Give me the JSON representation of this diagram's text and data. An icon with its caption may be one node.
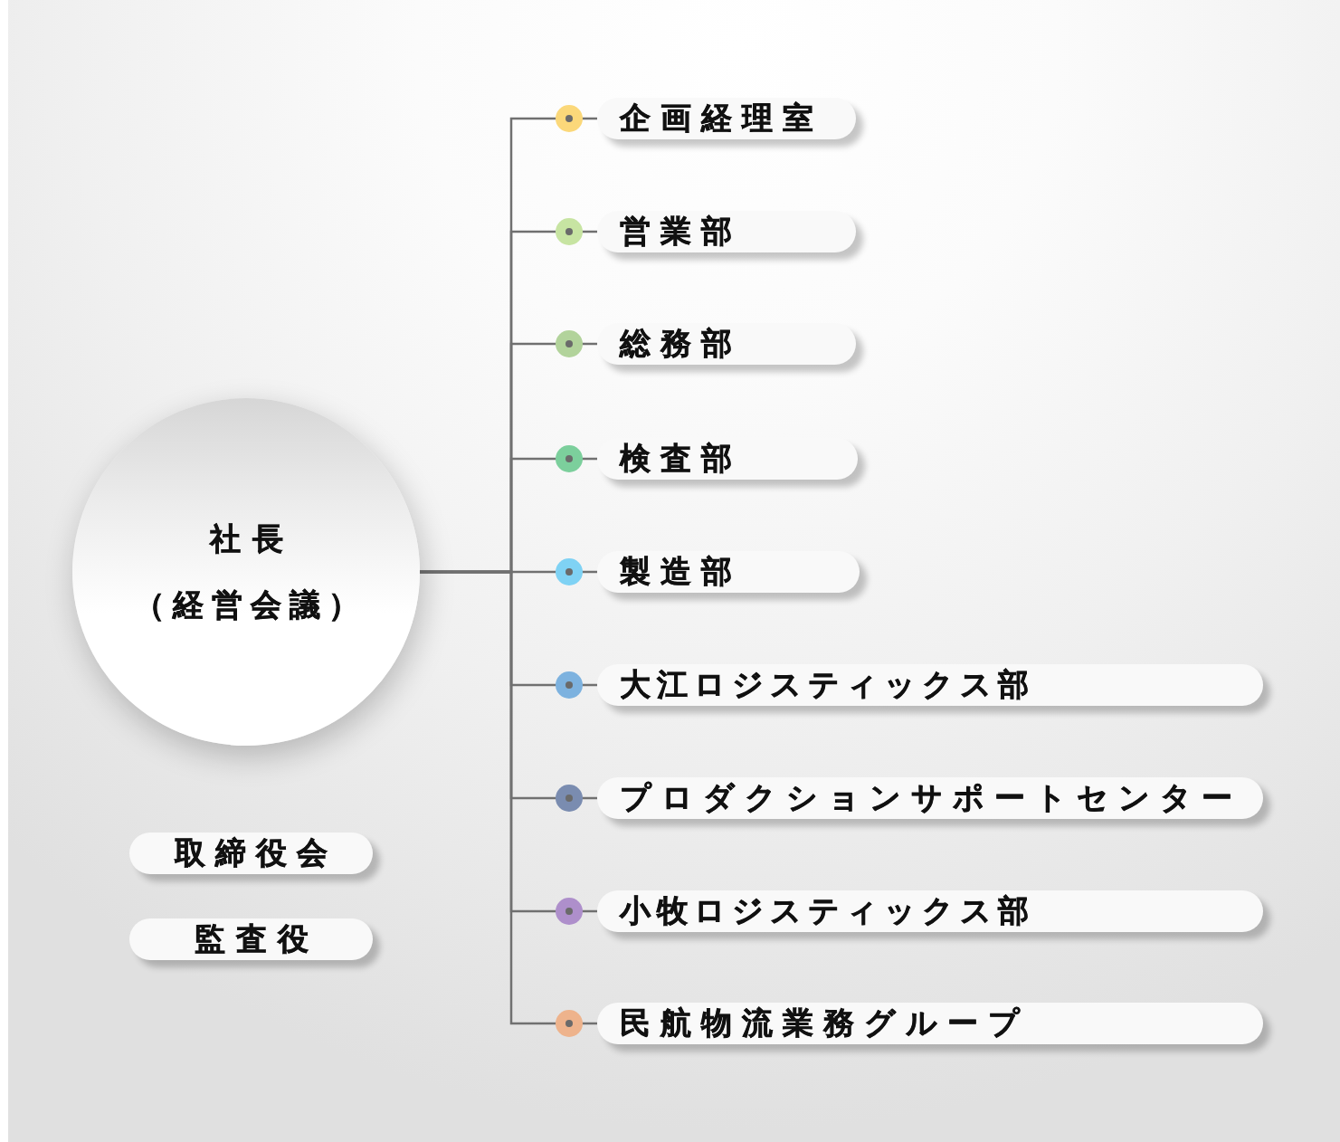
{
  "diagram": {
    "nodes": [
      {
        "text": [
          "社長",
          "（経営会議）"
        ]
      },
      {
        "text": [
          "企画経理室"
        ]
      },
      {
        "text": [
          "営業部"
        ]
      },
      {
        "text": [
          "総務部"
        ]
      },
      {
        "text": [
          "検査部"
        ]
      },
      {
        "text": [
          "製造部"
        ]
      },
      {
        "text": [
          "大江ロジスティックス部"
        ]
      },
      {
        "text": [
          "プロダクションサポートセンター"
        ]
      },
      {
        "text": [
          "小牧ロジスティックス部"
        ]
      },
      {
        "text": [
          "民航物流業務グループ"
        ]
      },
      {
        "text": [
          "取締役会"
        ]
      },
      {
        "text": [
          "監査役"
        ]
      }
    ],
    "edges": [
      {
        "from": 0,
        "to": 1,
        "arrow": "other"
      },
      {
        "from": 0,
        "to": 2,
        "arrow": "other"
      },
      {
        "from": 0,
        "to": 3,
        "arrow": "other"
      },
      {
        "from": 0,
        "to": 4,
        "arrow": "other"
      },
      {
        "from": 0,
        "to": 5,
        "arrow": "other"
      },
      {
        "from": 0,
        "to": 6,
        "arrow": "other"
      },
      {
        "from": 0,
        "to": 7,
        "arrow": "other"
      },
      {
        "from": 0,
        "to": 8,
        "arrow": "other"
      },
      {
        "from": 0,
        "to": 9,
        "arrow": "other"
      }
    ]
  }
}
